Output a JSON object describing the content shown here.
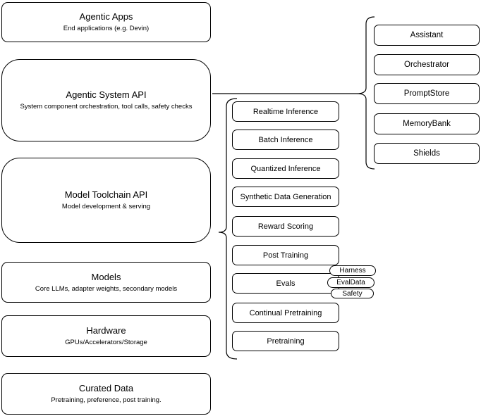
{
  "diagram": {
    "layers": [
      {
        "title": "Agentic Apps",
        "subtitle": "End applications (e.g. Devin)"
      },
      {
        "title": "Agentic System API",
        "subtitle": "System component orchestration, tool calls, safety checks"
      },
      {
        "title": "Model Toolchain API",
        "subtitle": "Model development & serving"
      },
      {
        "title": "Models",
        "subtitle": "Core LLMs, adapter weights, secondary models"
      },
      {
        "title": "Hardware",
        "subtitle": "GPUs/Accelerators/Storage"
      },
      {
        "title": "Curated Data",
        "subtitle": "Pretraining, preference, post training."
      }
    ],
    "toolchain": {
      "items": [
        "Realtime Inference",
        "Batch Inference",
        "Quantized Inference",
        "Synthetic Data Generation",
        "Reward Scoring",
        "Post Training",
        "Evals",
        "Continual Pretraining",
        "Pretraining"
      ]
    },
    "eval_tags": [
      "Harness",
      "EvalData",
      "Safety"
    ],
    "system_components": [
      "Assistant",
      "Orchestrator",
      "PromptStore",
      "MemoryBank",
      "Shields"
    ],
    "colors": {
      "stroke": "#000000",
      "fill": "#ffffff",
      "text": "#000000",
      "background": "#ffffff"
    }
  }
}
